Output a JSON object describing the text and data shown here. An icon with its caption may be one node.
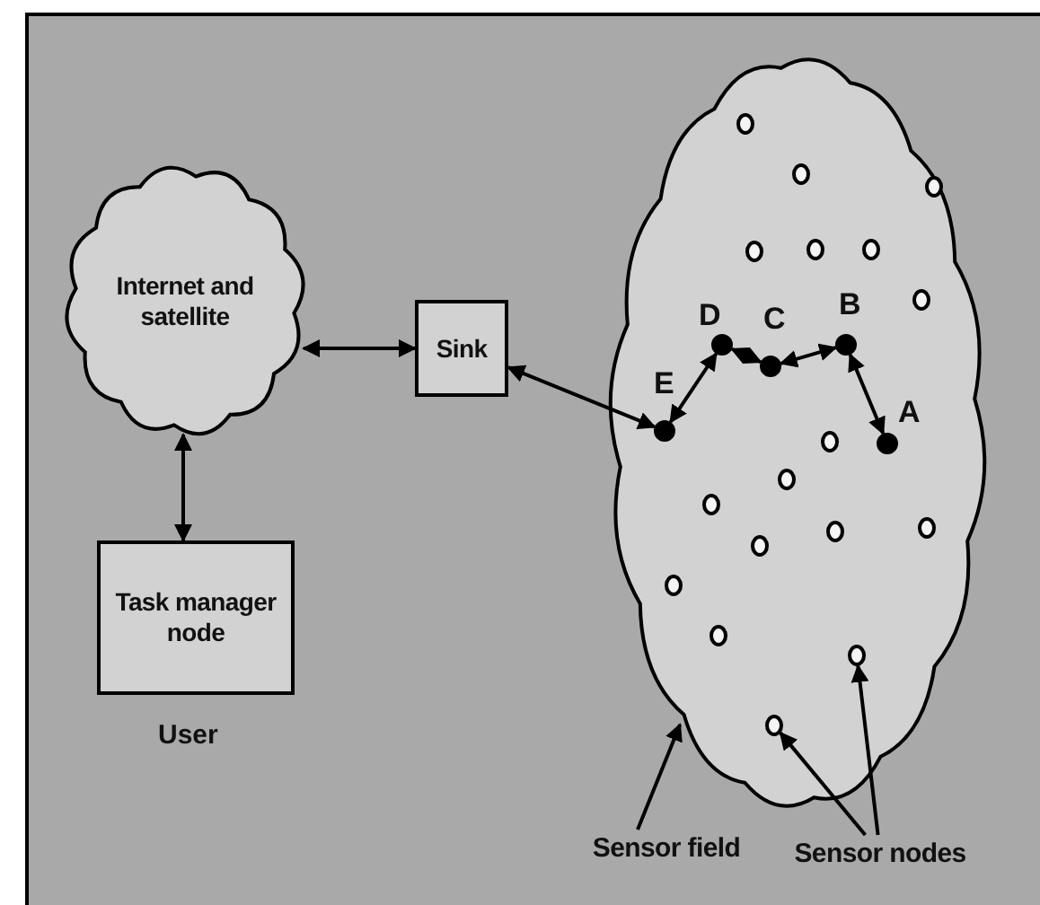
{
  "diagram": {
    "nodes": [
      {
        "text": [
          "Internet and satellite"
        ]
      },
      {
        "text": [
          "Sink"
        ]
      },
      {
        "text": [
          "Task manager node"
        ],
        "beside": [
          "User"
        ]
      },
      {
        "text": [],
        "shape": "cloud"
      },
      {
        "text": [],
        "shape": "circle",
        "in": 3,
        "beside": [
          "E"
        ]
      },
      {
        "text": [],
        "shape": "circle",
        "in": 3,
        "beside": [
          "D"
        ]
      },
      {
        "text": [],
        "shape": "circle",
        "in": 3,
        "beside": [
          "C"
        ]
      },
      {
        "text": [],
        "shape": "circle",
        "in": 3,
        "beside": [
          "B"
        ]
      },
      {
        "text": [],
        "shape": "circle",
        "in": 3,
        "beside": [
          "A"
        ]
      },
      {
        "text": [],
        "shape": "circle",
        "in": 3
      },
      {
        "text": [],
        "shape": "circle",
        "in": 3
      },
      {
        "text": [],
        "shape": "circle",
        "in": 3
      },
      {
        "text": [],
        "shape": "circle",
        "in": 3
      },
      {
        "text": [],
        "shape": "circle",
        "in": 3
      },
      {
        "text": [],
        "shape": "circle",
        "in": 3
      },
      {
        "text": [],
        "shape": "circle",
        "in": 3
      },
      {
        "text": [],
        "shape": "circle",
        "in": 3
      },
      {
        "text": [],
        "shape": "circle",
        "in": 3
      },
      {
        "text": [],
        "shape": "circle",
        "in": 3
      },
      {
        "text": [],
        "shape": "circle",
        "in": 3
      },
      {
        "text": [],
        "shape": "circle",
        "in": 3
      },
      {
        "text": [],
        "shape": "circle",
        "in": 3
      },
      {
        "text": [],
        "shape": "circle",
        "in": 3
      },
      {
        "text": [],
        "shape": "circle",
        "in": 3
      },
      {
        "text": [],
        "shape": "circle",
        "in": 3
      },
      {
        "text": [],
        "shape": "circle",
        "in": 3
      },
      {
        "text": [
          "Sensor field"
        ]
      },
      {
        "text": [
          "Sensor nodes"
        ]
      }
    ],
    "edges": [
      {
        "from": 0,
        "to": 1,
        "arrow": "both"
      },
      {
        "from": 0,
        "to": 2,
        "arrow": "both"
      },
      {
        "from": 1,
        "to": 4,
        "arrow": "both"
      },
      {
        "from": 4,
        "to": 5,
        "arrow": "both"
      },
      {
        "from": 5,
        "to": 6,
        "arrow": "both"
      },
      {
        "from": 6,
        "to": 7,
        "arrow": "both"
      },
      {
        "from": 7,
        "to": 8,
        "arrow": "both"
      },
      {
        "from": 26,
        "to": 3,
        "arrow": "to"
      },
      {
        "from": 27,
        "to": 25,
        "arrow": "to"
      },
      {
        "from": 27,
        "to": 24,
        "arrow": "to"
      }
    ]
  }
}
